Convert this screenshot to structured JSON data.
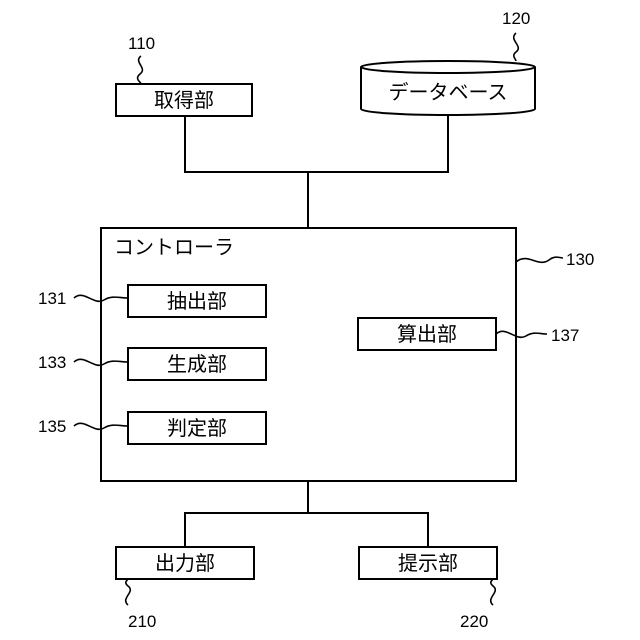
{
  "blocks": {
    "acquisition": {
      "label": "取得部",
      "ref": "110"
    },
    "database": {
      "label": "データベース",
      "ref": "120"
    },
    "controller": {
      "label": "コントローラ",
      "ref": "130"
    },
    "extraction": {
      "label": "抽出部",
      "ref": "131"
    },
    "generation": {
      "label": "生成部",
      "ref": "133"
    },
    "determination": {
      "label": "判定部",
      "ref": "135"
    },
    "calculation": {
      "label": "算出部",
      "ref": "137"
    },
    "output": {
      "label": "出力部",
      "ref": "210"
    },
    "presentation": {
      "label": "提示部",
      "ref": "220"
    }
  }
}
